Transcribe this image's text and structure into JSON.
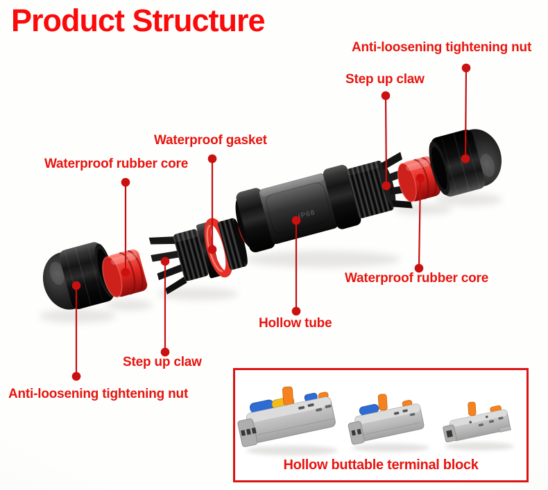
{
  "title": "Product Structure",
  "colors": {
    "title_red": "#fb0a0a",
    "label_red": "#e8140e",
    "line_red": "#c30d0d",
    "dot_red": "#cb1010",
    "box_border_red": "#dd1111",
    "rubber_red": "#e23229",
    "lever_blue": "#2e6bd2",
    "lever_yellow": "#f2bd1b",
    "lever_orange": "#f5821f"
  },
  "callouts": {
    "nut_top": "Anti-loosening tightening nut",
    "claw_top": "Step up claw",
    "gasket": "Waterproof gasket",
    "core_left": "Waterproof rubber core",
    "core_right": "Waterproof rubber core",
    "tube": "Hollow tube",
    "claw_bottom": "Step up claw",
    "nut_bottom": "Anti-loosening tightening nut"
  },
  "tube_marking": "IP68",
  "terminal_box": {
    "caption": "Hollow buttable terminal block"
  }
}
